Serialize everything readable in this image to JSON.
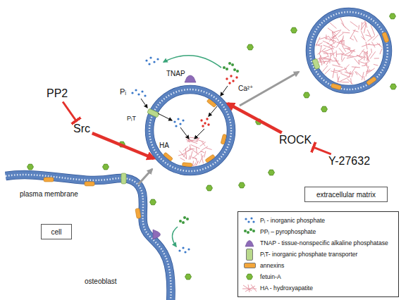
{
  "diagram": {
    "nodes": [
      {
        "text": [
          "PP2"
        ]
      },
      {
        "text": [
          "Src"
        ]
      },
      {
        "text": [
          "HA"
        ]
      },
      {
        "text": [
          "ROCK"
        ]
      },
      {
        "text": [
          "Y-27632"
        ]
      },
      {
        "text": [
          "extracellular matrix"
        ]
      },
      {
        "text": [
          "cell"
        ]
      }
    ],
    "edges": [
      {
        "from": 0,
        "to": 1,
        "arrow": "to"
      },
      {
        "from": 1,
        "to": 2,
        "arrow": "to"
      },
      {
        "from": 3,
        "to": 2,
        "arrow": "to"
      },
      {
        "from": 4,
        "to": 3,
        "arrow": "to"
      }
    ],
    "labels": [
      "TNAP",
      "Pᵢ",
      "PᵢT",
      "Ca²⁺",
      "plasma membrane",
      "osteoblast"
    ],
    "legend": [
      {
        "text": "Pᵢ - inorganic phosphate"
      },
      {
        "text": "PPᵢ – pyrophosphate"
      },
      {
        "text": "TNAP - tissue-nonspecific alkaline phosphatase"
      },
      {
        "text": "PᵢT- inorganic phosphate transporter",
        "color": "#b9d98c"
      },
      {
        "text": "annexins",
        "color": "#f3a63b"
      },
      {
        "text": "fetuin-A"
      },
      {
        "text": "HA - hydroxyapatite"
      }
    ]
  }
}
